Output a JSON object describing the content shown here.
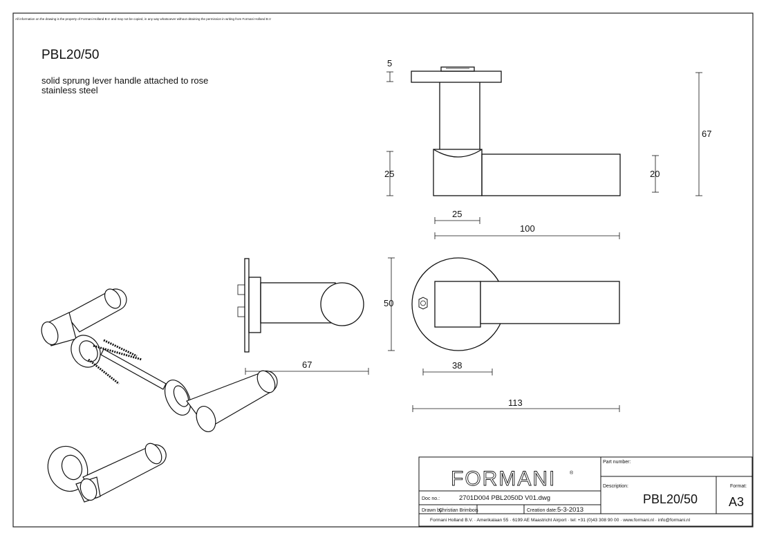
{
  "notice": "All information on the drawing is the property of Formani Holland B.V. and may not be copied, in any way whatsoever without obtaining the permission in writing from Formani Holland B.V",
  "title": "PBL20/50",
  "description_lines": [
    "solid sprung lever handle attached to rose",
    "stainless steel"
  ],
  "dimensions": {
    "rose_thickness": "5",
    "neck_height": "25",
    "total_height": "67",
    "lever_thickness": "20",
    "neck_width": "25",
    "lever_length": "100",
    "rose_diameter": "50",
    "side_depth": "67",
    "square_width": "38",
    "total_length": "113"
  },
  "title_block": {
    "brand": "FORMANI",
    "brand_mark": "®",
    "part_number_label": "Part number:",
    "part_number": "",
    "description_label": "Description:",
    "description": "PBL20/50",
    "format_label": "Format:",
    "format": "A3",
    "doc_no_label": "Doc no.:",
    "doc_no": "2701D004 PBL2050D V01.dwg",
    "drawn_by_label": "Drawn by:",
    "drawn_by": "Christian Brimbois",
    "creation_date_label": "Creation date:",
    "creation_date": "5-3-2013",
    "footer": "Formani Holland B.V. · Amerikalaan 55 · 6199 AE Maastricht Airport · tel: +31 (0)43 308 90 00 · www.formani.nl · info@formani.nl"
  }
}
